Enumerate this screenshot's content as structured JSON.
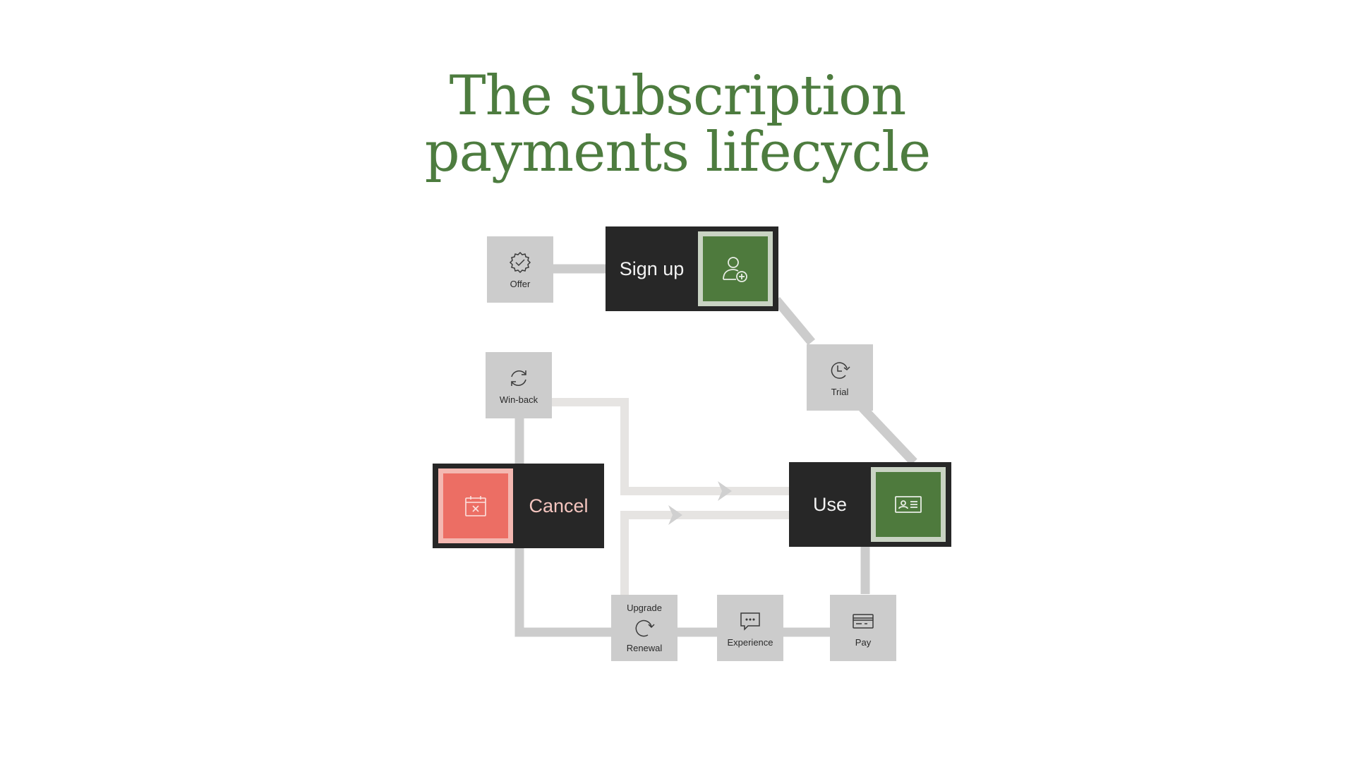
{
  "title": {
    "line1": "The subscription",
    "line2": "payments lifecycle"
  },
  "colors": {
    "title_green": "#4d7c3f",
    "dark_node": "#272727",
    "green_square": "#4e7a3d",
    "red_square": "#ec6e64",
    "gray_node": "#cccccc",
    "connector": "#cccccc",
    "light_connector": "#e6e4e2"
  },
  "nodes": {
    "signup": {
      "label": "Sign up",
      "icon": "user-add-icon"
    },
    "use": {
      "label": "Use",
      "icon": "id-card-icon"
    },
    "cancel": {
      "label": "Cancel",
      "icon": "calendar-cancel-icon"
    },
    "offer": {
      "label": "Offer",
      "icon": "badge-check-icon"
    },
    "trial": {
      "label": "Trial",
      "icon": "clock-arrow-icon"
    },
    "winback": {
      "label": "Win-back",
      "icon": "refresh-icon"
    },
    "upgrade_renewal": {
      "top_label": "Upgrade",
      "label": "Renewal",
      "icon": "renewal-arrow-icon"
    },
    "experience": {
      "label": "Experience",
      "icon": "chat-bubble-icon"
    },
    "pay": {
      "label": "Pay",
      "icon": "credit-card-icon"
    }
  }
}
